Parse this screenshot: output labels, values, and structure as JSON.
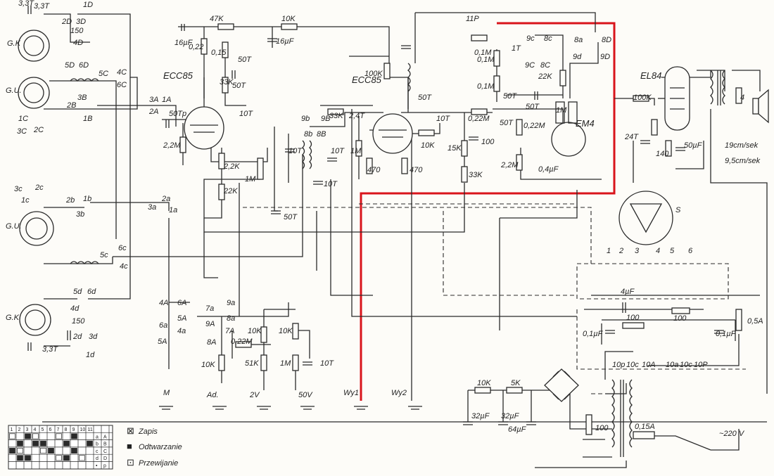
{
  "tubes": {
    "ecc85_a": "ECC85",
    "ecc85_b": "ECC85",
    "el84": "EL84",
    "em4": "EM4"
  },
  "heads": {
    "gk_top": "G.K",
    "gu_top": "G.U.",
    "gu_bottom": "G.U.",
    "gk_bottom": "G.K"
  },
  "components": [
    "3,3T",
    "50Tp",
    "2,2M",
    "0,22",
    "47K",
    "0,15",
    "50T",
    "33K",
    "16µF",
    "10K",
    "16µF",
    "50T",
    "2,2K",
    "22K",
    "1M",
    "10T",
    "33K",
    "10T",
    "10T",
    "50T",
    "10T",
    "100K",
    "2,4T",
    "1M",
    "470",
    "470",
    "50T",
    "10T",
    "10K",
    "0,22M",
    "15K",
    "100",
    "33K",
    "0,1M",
    "1T",
    "0,1M",
    "0,1M",
    "50T",
    "50T",
    "50T",
    "0,22M",
    "22K",
    "1M",
    "2,2M",
    "0,4µF",
    "100K",
    "24T",
    "140",
    "50µF",
    "4",
    "150",
    "150",
    "3,3T",
    "3,3T",
    "10K",
    "10K",
    "0,22M",
    "10K",
    "51K",
    "1M",
    "10T",
    "10K",
    "5K",
    "32µF",
    "32µF",
    "64µF",
    "4µF",
    "100",
    "100",
    "0,1µF",
    "0,1µF",
    "0,5A",
    "0,15A",
    "100",
    "~220 V",
    "11P",
    "S"
  ],
  "switch_contacts": [
    "1D",
    "2D",
    "3D",
    "4D",
    "5D",
    "6D",
    "1C",
    "2C",
    "3C",
    "3B",
    "2B",
    "1B",
    "5C",
    "4C",
    "6C",
    "3A",
    "1A",
    "2A",
    "3c",
    "2c",
    "1c",
    "2b",
    "1b",
    "3b",
    "2a",
    "3a",
    "1a",
    "5c",
    "6c",
    "4c",
    "5d",
    "6d",
    "4d",
    "2d",
    "3d",
    "1d",
    "4A",
    "6A",
    "5A",
    "6a",
    "4a",
    "5A",
    "7a",
    "9a",
    "9A",
    "8a",
    "8A",
    "7A",
    "8b",
    "9b",
    "9B",
    "8B",
    "9c",
    "8c",
    "9C",
    "8C",
    "8a",
    "8D",
    "9d",
    "9D",
    "10p",
    "10c",
    "10A",
    "10a",
    "10c",
    "10P",
    "1",
    "2",
    "3",
    "4",
    "5",
    "6"
  ],
  "terminals": {
    "m": "M",
    "ad": "Ad.",
    "v2": "2V",
    "v50": "50V",
    "wy1": "Wy1",
    "wy2": "Wy2"
  },
  "speeds": [
    "19cm/sek",
    "9,5cm/sek"
  ],
  "table": {
    "cols": [
      "1",
      "2",
      "3",
      "4",
      "5",
      "6",
      "7",
      "8",
      "9",
      "10",
      "11"
    ],
    "rows": [
      [
        "a",
        "A"
      ],
      [
        "b",
        "B"
      ],
      [
        "c",
        "C"
      ],
      [
        "d",
        "D"
      ],
      [
        "•",
        "p"
      ]
    ]
  },
  "legend": [
    {
      "symbol": "⊠",
      "text": "Zapis"
    },
    {
      "symbol": "■",
      "text": "Odtwarzanie"
    },
    {
      "symbol": "⊡",
      "text": "Przewijanie"
    }
  ],
  "colors": {
    "ink": "#2a2a2a",
    "paper": "#fdfcf8",
    "highlight": "#d9141b"
  }
}
